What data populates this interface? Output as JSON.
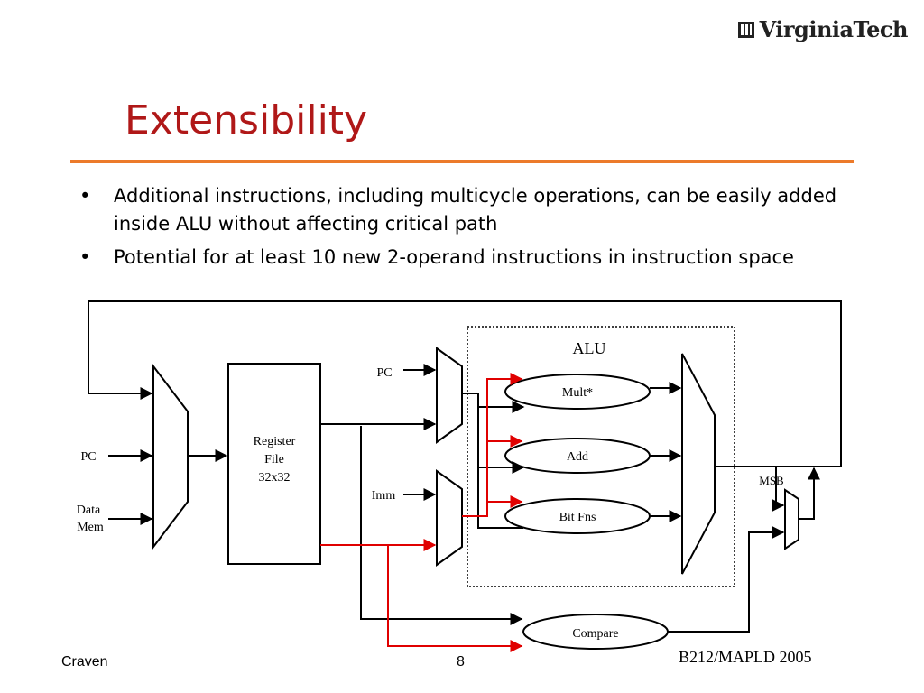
{
  "header": {
    "logo_text": "VirginiaTech",
    "logo_icon": "university-shield-icon"
  },
  "title": "Extensibility",
  "colors": {
    "title": "#b01818",
    "rule": "#ec7a2a",
    "red_wire": "#e00000"
  },
  "bullets": [
    "Additional instructions, including multicycle operations, can be easily added inside ALU without affecting critical path",
    "Potential for at least 10 new 2-operand instructions in instruction space"
  ],
  "diagram": {
    "left_mux_inputs": [
      "PC",
      "Data",
      "Mem"
    ],
    "register_file": [
      "Register",
      "File",
      "32x32"
    ],
    "mux_a_input": "PC",
    "mux_b_input": "Imm",
    "alu_label": "ALU",
    "alu_units": [
      "Mult*",
      "Add",
      "Bit Fns"
    ],
    "compare_label": "Compare",
    "msb_label": "MSB"
  },
  "footer": {
    "author": "Craven",
    "page": "8",
    "event": "B212/MAPLD 2005"
  }
}
